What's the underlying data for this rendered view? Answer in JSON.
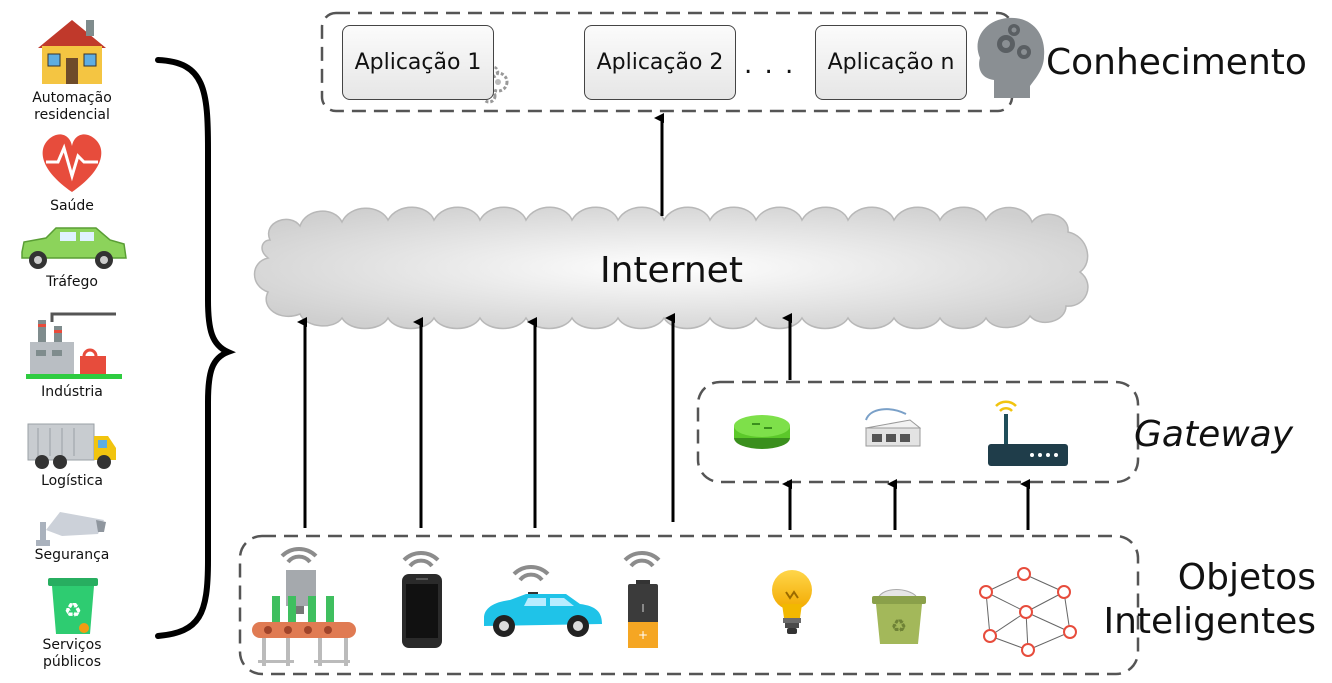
{
  "domains": [
    {
      "label": "Automação\nresidencial",
      "icon": "house-icon"
    },
    {
      "label": "Saúde",
      "icon": "heart-pulse-icon"
    },
    {
      "label": "Tráfego",
      "icon": "car-icon"
    },
    {
      "label": "Indústria",
      "icon": "factory-icon"
    },
    {
      "label": "Logística",
      "icon": "truck-icon"
    },
    {
      "label": "Segurança",
      "icon": "security-camera-icon"
    },
    {
      "label": "Serviços\npúblicos",
      "icon": "recycle-bin-icon"
    }
  ],
  "applications": {
    "app1": "Aplicação 1",
    "app2": "Aplicação 2",
    "ellipsis": ". . .",
    "appn": "Aplicação n"
  },
  "layers": {
    "knowledge": "Conhecimento",
    "internet": "Internet",
    "gateway": "Gateway",
    "objects": "Objetos\nInteligentes"
  },
  "gateway_devices": [
    "router-icon",
    "switch-icon",
    "wifi-router-icon"
  ],
  "smart_objects": [
    "conveyor-bottles-icon",
    "smartphone-icon",
    "connected-car-icon",
    "battery-icon",
    "light-bulb-icon",
    "trash-bin-icon",
    "sensor-network-icon"
  ],
  "colors": {
    "dash": "#555555",
    "cloud": "#dcdcdc",
    "arrow": "#000000",
    "wifi": "#8c8c8c"
  }
}
